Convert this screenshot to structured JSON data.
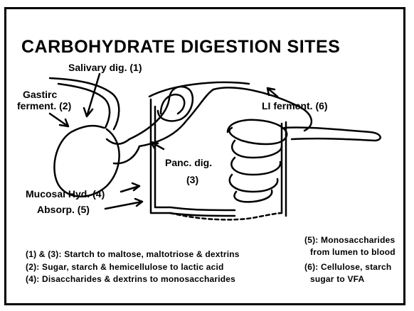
{
  "title": "CARBOHYDRATE DIGESTION SITES",
  "labels": {
    "salivary": "Salivary dig. (1)",
    "gastric_line1": "Gastirc",
    "gastric_line2": "ferment. (2)",
    "li_ferment": "LI ferment. (6)",
    "panc_line1": "Panc. dig.",
    "panc_line2": "(3)",
    "mucosal": "Mucosal Hyd. (4)",
    "absorp": "Absorp. (5)"
  },
  "legend_left": [
    "(1) & (3): Startch to maltose, maltotriose & dextrins",
    "(2): Sugar, starch & hemicellulose to lactic acid",
    "(4): Disaccharides & dextrins to monosaccharides"
  ],
  "legend_right": [
    "(5): Monosaccharides",
    "from lumen to blood",
    "(6): Cellulose, starch",
    "sugar to VFA"
  ]
}
